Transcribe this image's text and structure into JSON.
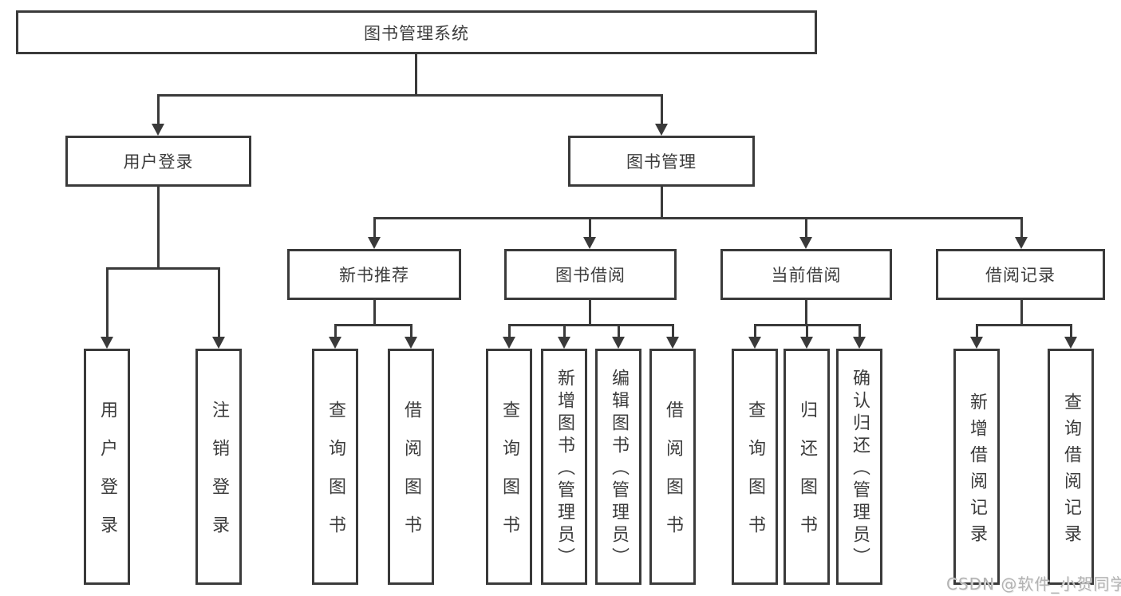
{
  "diagram": {
    "root": "图书管理系统",
    "user_login_branch": {
      "label": "用户登录",
      "children": [
        "用户登录",
        "注销登录"
      ]
    },
    "book_mgmt_branch": {
      "label": "图书管理",
      "sections": [
        {
          "label": "新书推荐",
          "children": [
            "查询图书",
            "借阅图书"
          ]
        },
        {
          "label": "图书借阅",
          "children": [
            "查询图书",
            "新增图书（管理员）",
            "编辑图书（管理员）",
            "借阅图书"
          ]
        },
        {
          "label": "当前借阅",
          "children": [
            "查询图书",
            "归还图书",
            "确认归还（管理员）"
          ]
        },
        {
          "label": "借阅记录",
          "children": [
            "新增借阅记录",
            "查询借阅记录"
          ]
        }
      ]
    }
  },
  "watermark": "CSDN @软件_小贺同学",
  "colors": {
    "line": "#3a3a3a",
    "text": "#3c3c3c",
    "background": "#ffffff",
    "watermark": "#b3b3b3"
  }
}
